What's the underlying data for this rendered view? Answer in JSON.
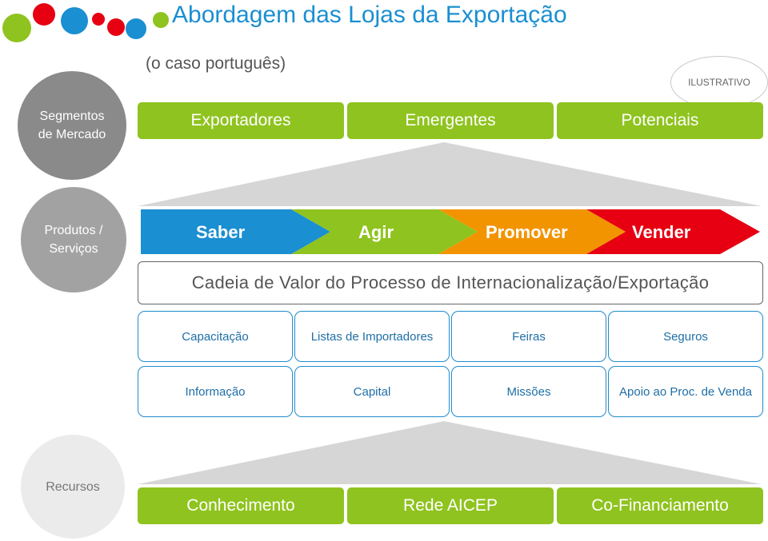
{
  "title": "Abordagem das Lojas da Exportação",
  "subtitle": "(o caso português)",
  "badge": "ILUSTRATIVO",
  "rows": {
    "segmentos": "Segmentos de Mercado",
    "produtos": "Produtos / Serviços",
    "recursos": "Recursos"
  },
  "segments": [
    "Exportadores",
    "Emergentes",
    "Potenciais"
  ],
  "value_chain": {
    "steps": [
      "Saber",
      "Agir",
      "Promover",
      "Vender"
    ],
    "colors": [
      "#1a8fd1",
      "#8fc31f",
      "#f29400",
      "#e60012"
    ],
    "caption": "Cadeia de Valor do Processo de Internacionalização/Exportação"
  },
  "services_row1": [
    "Capacitação",
    "Listas de Importadores",
    "Feiras",
    "Seguros"
  ],
  "services_row2": [
    "Informação",
    "Capital",
    "Missões",
    "Apoio  ao Proc. de Venda"
  ],
  "resources": [
    "Conhecimento",
    "Rede AICEP",
    "Co-Financiamento"
  ],
  "colors": {
    "accent_blue": "#1a8fd1",
    "green": "#8fc31f",
    "orange": "#f29400",
    "red": "#e60012",
    "grey_dark": "#8a8a8a",
    "grey_mid": "#a0a0a0",
    "grey_light": "#d8d8d8"
  }
}
